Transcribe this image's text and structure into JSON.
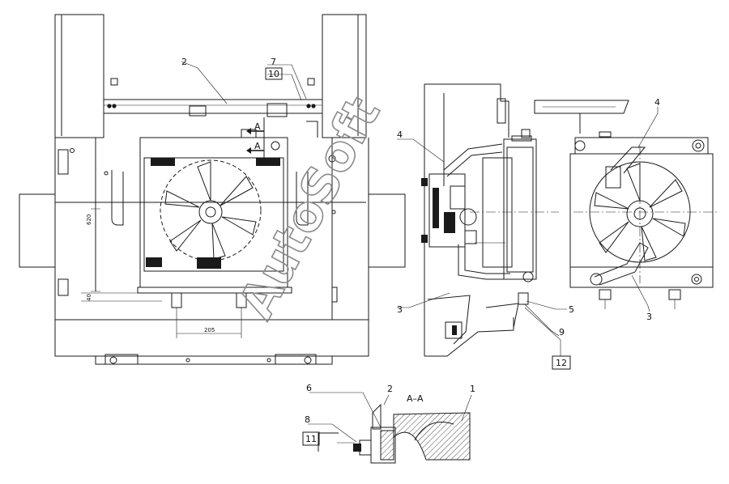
{
  "callouts": {
    "c1": "1",
    "c2_top": "2",
    "c2_section": "2",
    "c3_side": "3",
    "c3_rear": "3",
    "c4_side": "4",
    "c4_rear": "4",
    "c5": "5",
    "c6": "6",
    "c7": "7",
    "c8": "8",
    "c9": "9",
    "c10": "10",
    "c11": "11",
    "c12": "12"
  },
  "section_marks": {
    "arrow_upper": "A",
    "arrow_lower": "A",
    "view_title": "A–A"
  },
  "dimensions": {
    "height_620": "620",
    "offset_40": "40",
    "width_205": "205"
  },
  "watermark": "AutoSoft"
}
